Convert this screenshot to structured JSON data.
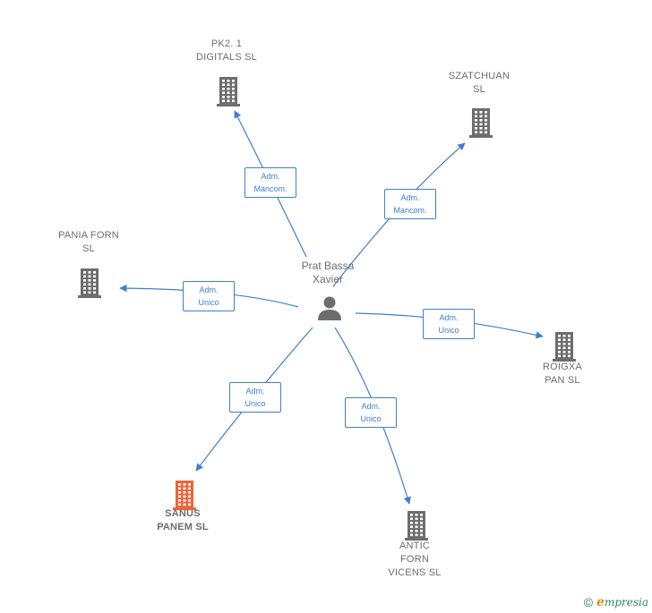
{
  "center": {
    "label": "Prat Bassa\nXavier"
  },
  "companies": [
    {
      "id": "pk2",
      "label": "PK2. 1\nDIGITALS  SL",
      "highlight": false
    },
    {
      "id": "szatchuan",
      "label": "SZATCHUAN\nSL",
      "highlight": false
    },
    {
      "id": "pania",
      "label": "PANIA FORN\nSL",
      "highlight": false
    },
    {
      "id": "roigxa",
      "label": "ROIGXA\nPAN SL",
      "highlight": false
    },
    {
      "id": "sanus",
      "label": "SANUS\nPANEM  SL",
      "highlight": true
    },
    {
      "id": "antic",
      "label": "ANTIC\nFORN\nVICENS  SL",
      "highlight": false
    }
  ],
  "relations": [
    {
      "to": "pk2",
      "label": "Adm.\nMancom."
    },
    {
      "to": "szatchuan",
      "label": "Adm.\nMancom."
    },
    {
      "to": "pania",
      "label": "Adm.\nUnico"
    },
    {
      "to": "roigxa",
      "label": "Adm.\nUnico"
    },
    {
      "to": "sanus",
      "label": "Adm.\nUnico"
    },
    {
      "to": "antic",
      "label": "Adm.\nUnico"
    }
  ],
  "colors": {
    "edge": "#3f7fd0",
    "building": "#6d6d6d",
    "building_highlight": "#f0643a",
    "person": "#6d6d6d"
  },
  "footer": {
    "copyright": "©",
    "brand_first": "e",
    "brand_rest": "mpresia"
  }
}
